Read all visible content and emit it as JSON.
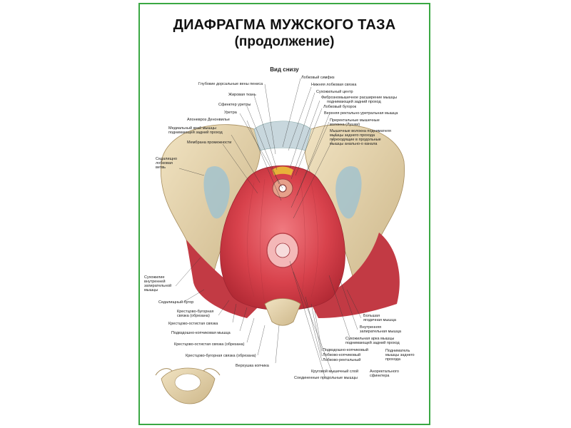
{
  "poster": {
    "title_line1": "ДИАФРАГМА МУЖСКОГО ТАЗА",
    "title_line2": "(продолжение)",
    "view_label": "Вид снизу"
  },
  "labels": {
    "pubic_symphysis": "Лобковый симфиз",
    "deep_dorsal_vein": "Глубокие дорсальные вены пениса",
    "inferior_pubic_ligament": "Нижняя лобковая связка",
    "fatty_tissue": "Жировая ткань",
    "tendinous_center": "Сухожильный центр",
    "urethral_sphincter": "Сфинктер уретры",
    "fibromuscular_extension_1": "Фиброзномышечное расширение мышцы",
    "fibromuscular_extension_2": "поднимающей задний проход",
    "urethra": "Уретра",
    "pubic_tubercle": "Лобковый бугорок",
    "denonvilliers": "Апоневроз Денонвилье",
    "upper_rectourethral": "Верхняя ректально-уретральная мышца",
    "medial_edge_1": "Медиальный край мышцы",
    "medial_edge_2": "поднимающей задний проход",
    "prerectal_fibers_1": "Преректальные мышечные",
    "prerectal_fibers_2": "волокна (Лушки)",
    "perineal_membrane": "Мембрана промежности",
    "levator_fibers_1": "Мышечные волокна поднимателя",
    "levator_fibers_2": "мышцы заднего прохода",
    "levator_fibers_3": "переходящие в продольные",
    "levator_fibers_4": "мышцы анально-о канала",
    "ischiopubic_1": "Седалищно",
    "ischiopubic_2": "лобковая",
    "ischiopubic_3": "ветвь",
    "obturator_tendon_1": "Сухожилие",
    "obturator_tendon_2": "внутренней",
    "obturator_tendon_3": "запирательной",
    "obturator_tendon_4": "мышцы",
    "ischial_tuberosity": "Седалищный бугор",
    "sacrotuberous_cut_1": "Крестцово-бугорная",
    "sacrotuberous_cut_2": "связка (обрезана)",
    "sacrospinous_ligament": "Крестцово-остистая связка",
    "ischiococcygeus": "Подвздошно-копчиковая мышца",
    "sacrospinous_cut": "Крестцово-остистая связка (обрезана)",
    "sacrotuberous_cut_full": "Крестцово-бугорная связка (обрезана)",
    "coccyx_tip": "Верхушка копчика",
    "gluteus_max_1": "Большая",
    "gluteus_max_2": "ягодичная мышца",
    "obturator_int_1": "Внутренняя",
    "obturator_int_2": "запирательная мышца",
    "tendinous_arch_1": "Сухожильная арка мышцы",
    "tendinous_arch_2": "поднимающей задний проход",
    "iliococcygeus": "Подвздошно-копчиковый",
    "pubococcygeus": "Лобково-копчиковый",
    "puborectalis": "Лобково-ректальный",
    "levator_group_1": "Подниматель",
    "levator_group_2": "мышцы заднего",
    "levator_group_3": "прохода",
    "circular_layer": "Круговой мышечный слой",
    "longitudinal_fibers": "Соединенные продольные мышцы",
    "anorectal_1": "Аноректального",
    "anorectal_2": "сфинктера"
  }
}
